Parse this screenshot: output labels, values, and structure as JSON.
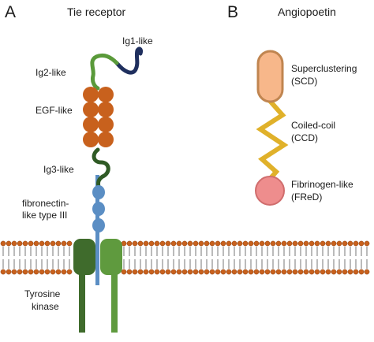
{
  "panel_a": {
    "letter": "A",
    "title": "Tie receptor",
    "labels": {
      "ig1": "Ig1-like",
      "ig2": "Ig2-like",
      "egf": "EGF-like",
      "ig3": "Ig3-like",
      "fn_line1": "fibronectin-",
      "fn_line2": "like type III",
      "tk_line1": "Tyrosine",
      "tk_line2": "kinase"
    }
  },
  "panel_b": {
    "letter": "B",
    "title": "Angiopoetin",
    "labels": {
      "scd_line1": "Superclustering",
      "scd_line2": "(SCD)",
      "ccd_line1": "Coiled-coil",
      "ccd_line2": "(CCD)",
      "fred_line1": "Fibrinogen-like",
      "fred_line2": "(FReD)"
    }
  },
  "colors": {
    "ig1": "#1f2f5e",
    "ig2": "#5a9a3a",
    "egf": "#c8611d",
    "ig3": "#2f5a25",
    "fibronectin": "#5b8ec4",
    "kinase_dark": "#3f6b2c",
    "kinase_light": "#5f9a3e",
    "membrane_head": "#c8611d",
    "scd_fill": "#f7b78a",
    "scd_stroke": "#c08550",
    "ccd": "#e0b12a",
    "fred_fill": "#ee8d8d",
    "fred_stroke": "#d06d6d"
  }
}
